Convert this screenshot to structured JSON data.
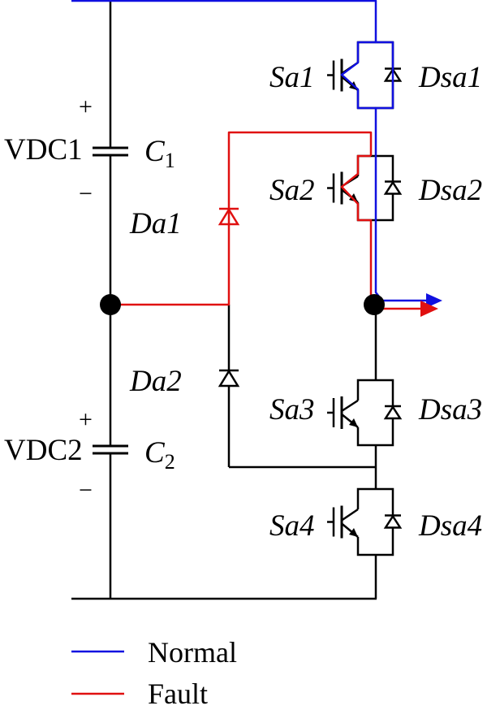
{
  "colors": {
    "normal": "#1010e0",
    "fault": "#e01010",
    "wire": "#000000",
    "background": "#ffffff"
  },
  "labels": {
    "vdc1": "VDC1",
    "vdc2": "VDC2",
    "c1": "C",
    "c1_sub": "1",
    "c2": "C",
    "c2_sub": "2",
    "plus": "+",
    "minus": "−",
    "da1": "Da1",
    "da2": "Da2",
    "sa1": "Sa1",
    "sa2": "Sa2",
    "sa3": "Sa3",
    "sa4": "Sa4",
    "dsa1": "Dsa1",
    "dsa2": "Dsa2",
    "dsa3": "Dsa3",
    "dsa4": "Dsa4"
  },
  "legend": {
    "normal": "Normal",
    "fault": "Fault"
  }
}
